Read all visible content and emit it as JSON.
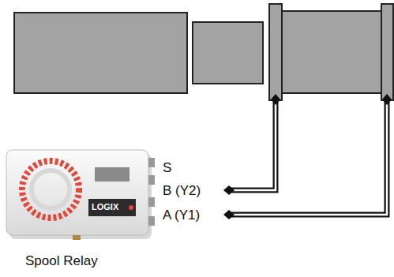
{
  "diagram": {
    "labels": [
      "S",
      "B (Y2)",
      "A (Y1)",
      "LOGIX",
      "Spool Relay"
    ]
  }
}
